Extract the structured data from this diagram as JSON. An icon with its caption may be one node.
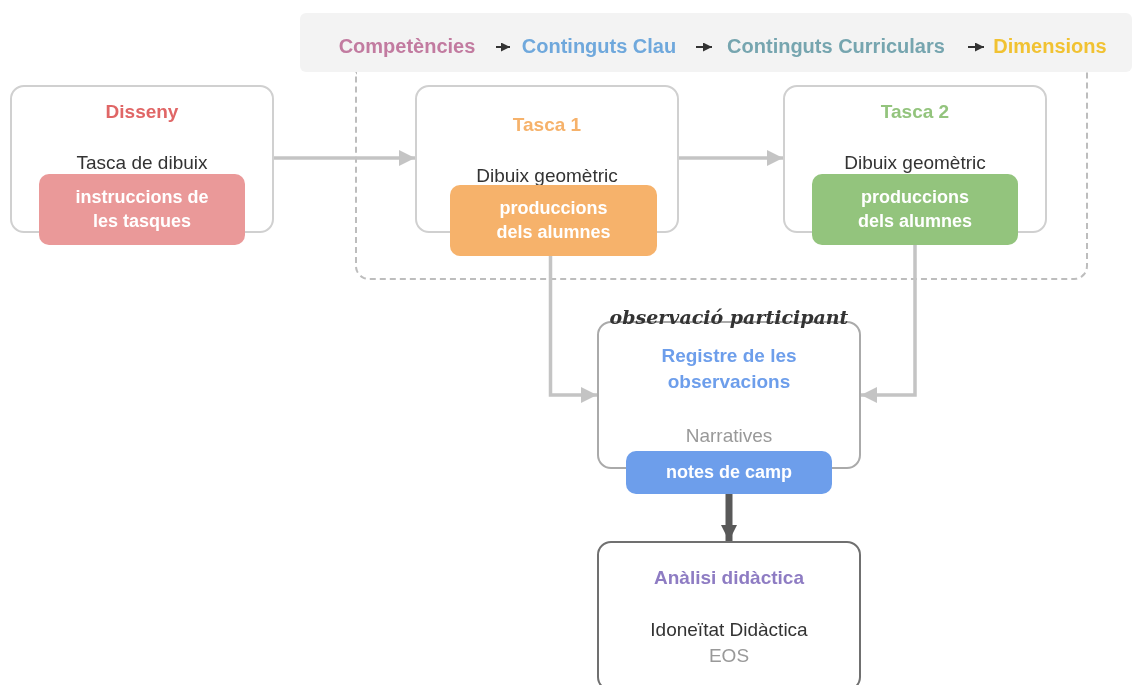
{
  "diagram": {
    "nodes": [
      {
        "text": [],
        "shape": "box"
      },
      {
        "text": [
          "Competències"
        ],
        "in": 0
      },
      {
        "text": [
          "Continguts Clau"
        ],
        "in": 0
      },
      {
        "text": [
          "Continguts Curriculars"
        ],
        "in": 0
      },
      {
        "text": [
          "Dimensions"
        ],
        "in": 0
      },
      {
        "text": [
          "Disseny",
          "Tasca de dibuix"
        ]
      },
      {
        "text": [
          "instruccions de les tasques"
        ]
      },
      {
        "text": [],
        "shape": "box"
      },
      {
        "text": [
          "Tasca 1",
          "Dibuix geomètric"
        ],
        "in": 7
      },
      {
        "text": [
          "produccions dels alumnes"
        ],
        "in": 7
      },
      {
        "text": [
          "Tasca 2",
          "Dibuix geomètric"
        ],
        "in": 7
      },
      {
        "text": [
          "produccions dels alumnes"
        ],
        "in": 7
      },
      {
        "text": [
          "observació participant",
          "Registre de les observacions",
          "Narratives"
        ]
      },
      {
        "text": [
          "notes de camp"
        ]
      },
      {
        "text": [
          "Anàlisi didàctica",
          "Idoneïtat Didàctica",
          "EOS"
        ]
      }
    ],
    "edges": [
      {
        "from": 1,
        "to": 2,
        "arrow": "to",
        "color": "#333333"
      },
      {
        "from": 2,
        "to": 3,
        "arrow": "to",
        "color": "#333333"
      },
      {
        "from": 3,
        "to": 4,
        "arrow": "to",
        "color": "#333333"
      },
      {
        "from": 5,
        "to": 8,
        "arrow": "to"
      },
      {
        "from": 8,
        "to": 10,
        "arrow": "to"
      },
      {
        "from": 9,
        "to": 12,
        "arrow": "to"
      },
      {
        "from": 11,
        "to": 12,
        "arrow": "to"
      },
      {
        "from": 13,
        "to": 14,
        "arrow": "to",
        "style": "thick",
        "color": "#595959"
      }
    ]
  }
}
